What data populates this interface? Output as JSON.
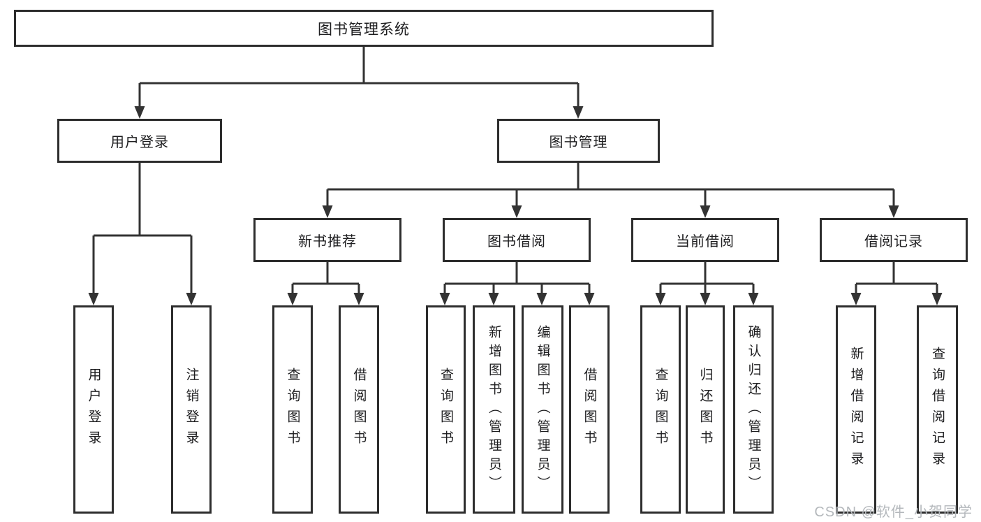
{
  "diagram_title": "图书管理系统",
  "nodes": [
    {
      "id": "library-system",
      "label": "图书管理系统",
      "parent": null
    },
    {
      "id": "user-login",
      "label": "用户登录",
      "parent": "library-system"
    },
    {
      "id": "book-management",
      "label": "图书管理",
      "parent": "library-system"
    },
    {
      "id": "new-book-recommend",
      "label": "新书推荐",
      "parent": "book-management"
    },
    {
      "id": "book-borrow",
      "label": "图书借阅",
      "parent": "book-management"
    },
    {
      "id": "current-borrow",
      "label": "当前借阅",
      "parent": "book-management"
    },
    {
      "id": "borrow-records",
      "label": "借阅记录",
      "parent": "book-management"
    },
    {
      "id": "user-login-action",
      "label": "用户登录",
      "parent": "user-login"
    },
    {
      "id": "logout",
      "label": "注销登录",
      "parent": "user-login"
    },
    {
      "id": "query-books-recommend",
      "label": "查询图书",
      "parent": "new-book-recommend"
    },
    {
      "id": "borrow-books-recommend",
      "label": "借阅图书",
      "parent": "new-book-recommend"
    },
    {
      "id": "query-books-borrow",
      "label": "查询图书",
      "parent": "book-borrow"
    },
    {
      "id": "add-book-admin",
      "label": "新增图书（管理员）",
      "parent": "book-borrow"
    },
    {
      "id": "edit-book-admin",
      "label": "编辑图书（管理员）",
      "parent": "book-borrow"
    },
    {
      "id": "borrow-books",
      "label": "借阅图书",
      "parent": "book-borrow"
    },
    {
      "id": "query-books-current",
      "label": "查询图书",
      "parent": "current-borrow"
    },
    {
      "id": "return-book",
      "label": "归还图书",
      "parent": "current-borrow"
    },
    {
      "id": "confirm-return-admin",
      "label": "确认归还（管理员）",
      "parent": "current-borrow"
    },
    {
      "id": "add-borrow-record",
      "label": "新增借阅记录",
      "parent": "borrow-records"
    },
    {
      "id": "query-borrow-record",
      "label": "查询借阅记录",
      "parent": "borrow-records"
    }
  ],
  "colors": {
    "line": "#333333",
    "border": "#2d2d2d",
    "text": "#1d1d1f",
    "watermark": "#b4b8bc"
  },
  "watermark": {
    "text": "CSDN @软件_小贺同学"
  }
}
